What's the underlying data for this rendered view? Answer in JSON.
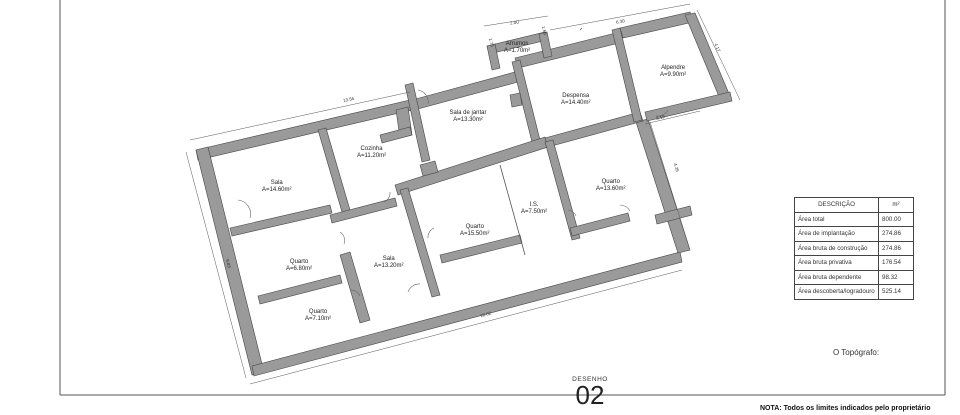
{
  "rooms": [
    {
      "name": "Arrumos",
      "area": "A=1.70m²"
    },
    {
      "name": "Despensa",
      "area": "A=14.40m²"
    },
    {
      "name": "Alpendre",
      "area": "A=9.90m²"
    },
    {
      "name": "Sala de jantar",
      "area": "A=13.30m²"
    },
    {
      "name": "Cozinha",
      "area": "A=11.20m²"
    },
    {
      "name": "Sala",
      "area": "A=14.60m²"
    },
    {
      "name": "Quarto",
      "area": "A=13.60m²"
    },
    {
      "name": "I.S.",
      "area": "A=7.50m²"
    },
    {
      "name": "Quarto",
      "area": "A=15.50m²"
    },
    {
      "name": "Sala",
      "area": "A=13.20m²"
    },
    {
      "name": "Quarto",
      "area": "A=6.80m²"
    },
    {
      "name": "Quarto",
      "area": "A=7.10m²"
    }
  ],
  "dimensions": [
    "2.00",
    "1.66",
    "1.75",
    "6.30",
    "4.17",
    "13.56",
    "3.19",
    "4.35",
    "9.83",
    "18.02"
  ],
  "table": {
    "header": {
      "col1": "DESCRIÇÃO",
      "col2": "m²"
    },
    "rows": [
      {
        "label": "Área total",
        "value": "800.00"
      },
      {
        "label": "Área de implantação",
        "value": "274.86"
      },
      {
        "label": "Área bruta de construção",
        "value": "274.86"
      },
      {
        "label": "Área bruta privativa",
        "value": "176.54"
      },
      {
        "label": "Área bruta dependente",
        "value": "98.32"
      },
      {
        "label": "Área descoberta/logradouro",
        "value": "525.14"
      }
    ]
  },
  "topografo": "O Topógrafo:",
  "drawing": {
    "title": "DESENHO",
    "number": "02"
  },
  "note": "NOTA: Todos os limites indicados pelo proprietário"
}
